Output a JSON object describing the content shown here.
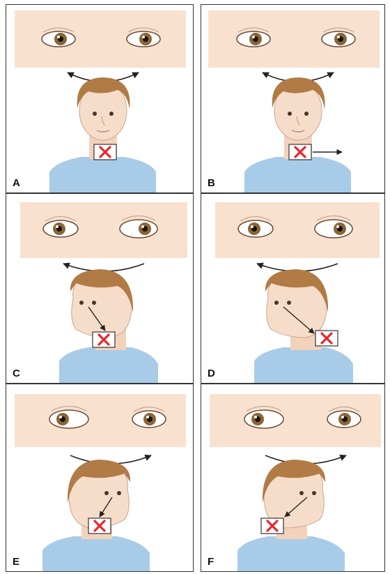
{
  "panels": [
    {
      "letter": "A"
    },
    {
      "letter": "B"
    },
    {
      "letter": "C"
    },
    {
      "letter": "D"
    },
    {
      "letter": "E"
    },
    {
      "letter": "F"
    }
  ],
  "colors": {
    "skin": "#f6ddca",
    "skin_band": "#f8e1cf",
    "hair": "#b07b45",
    "shirt": "#a8cbe8",
    "iris": "#8a6636",
    "marker_red": "#e8262c",
    "outline": "#333333"
  },
  "icons": {
    "target_marker": "x-mark-in-box",
    "motion_arc": "curved-double-arrow",
    "gaze_line": "arrow"
  }
}
